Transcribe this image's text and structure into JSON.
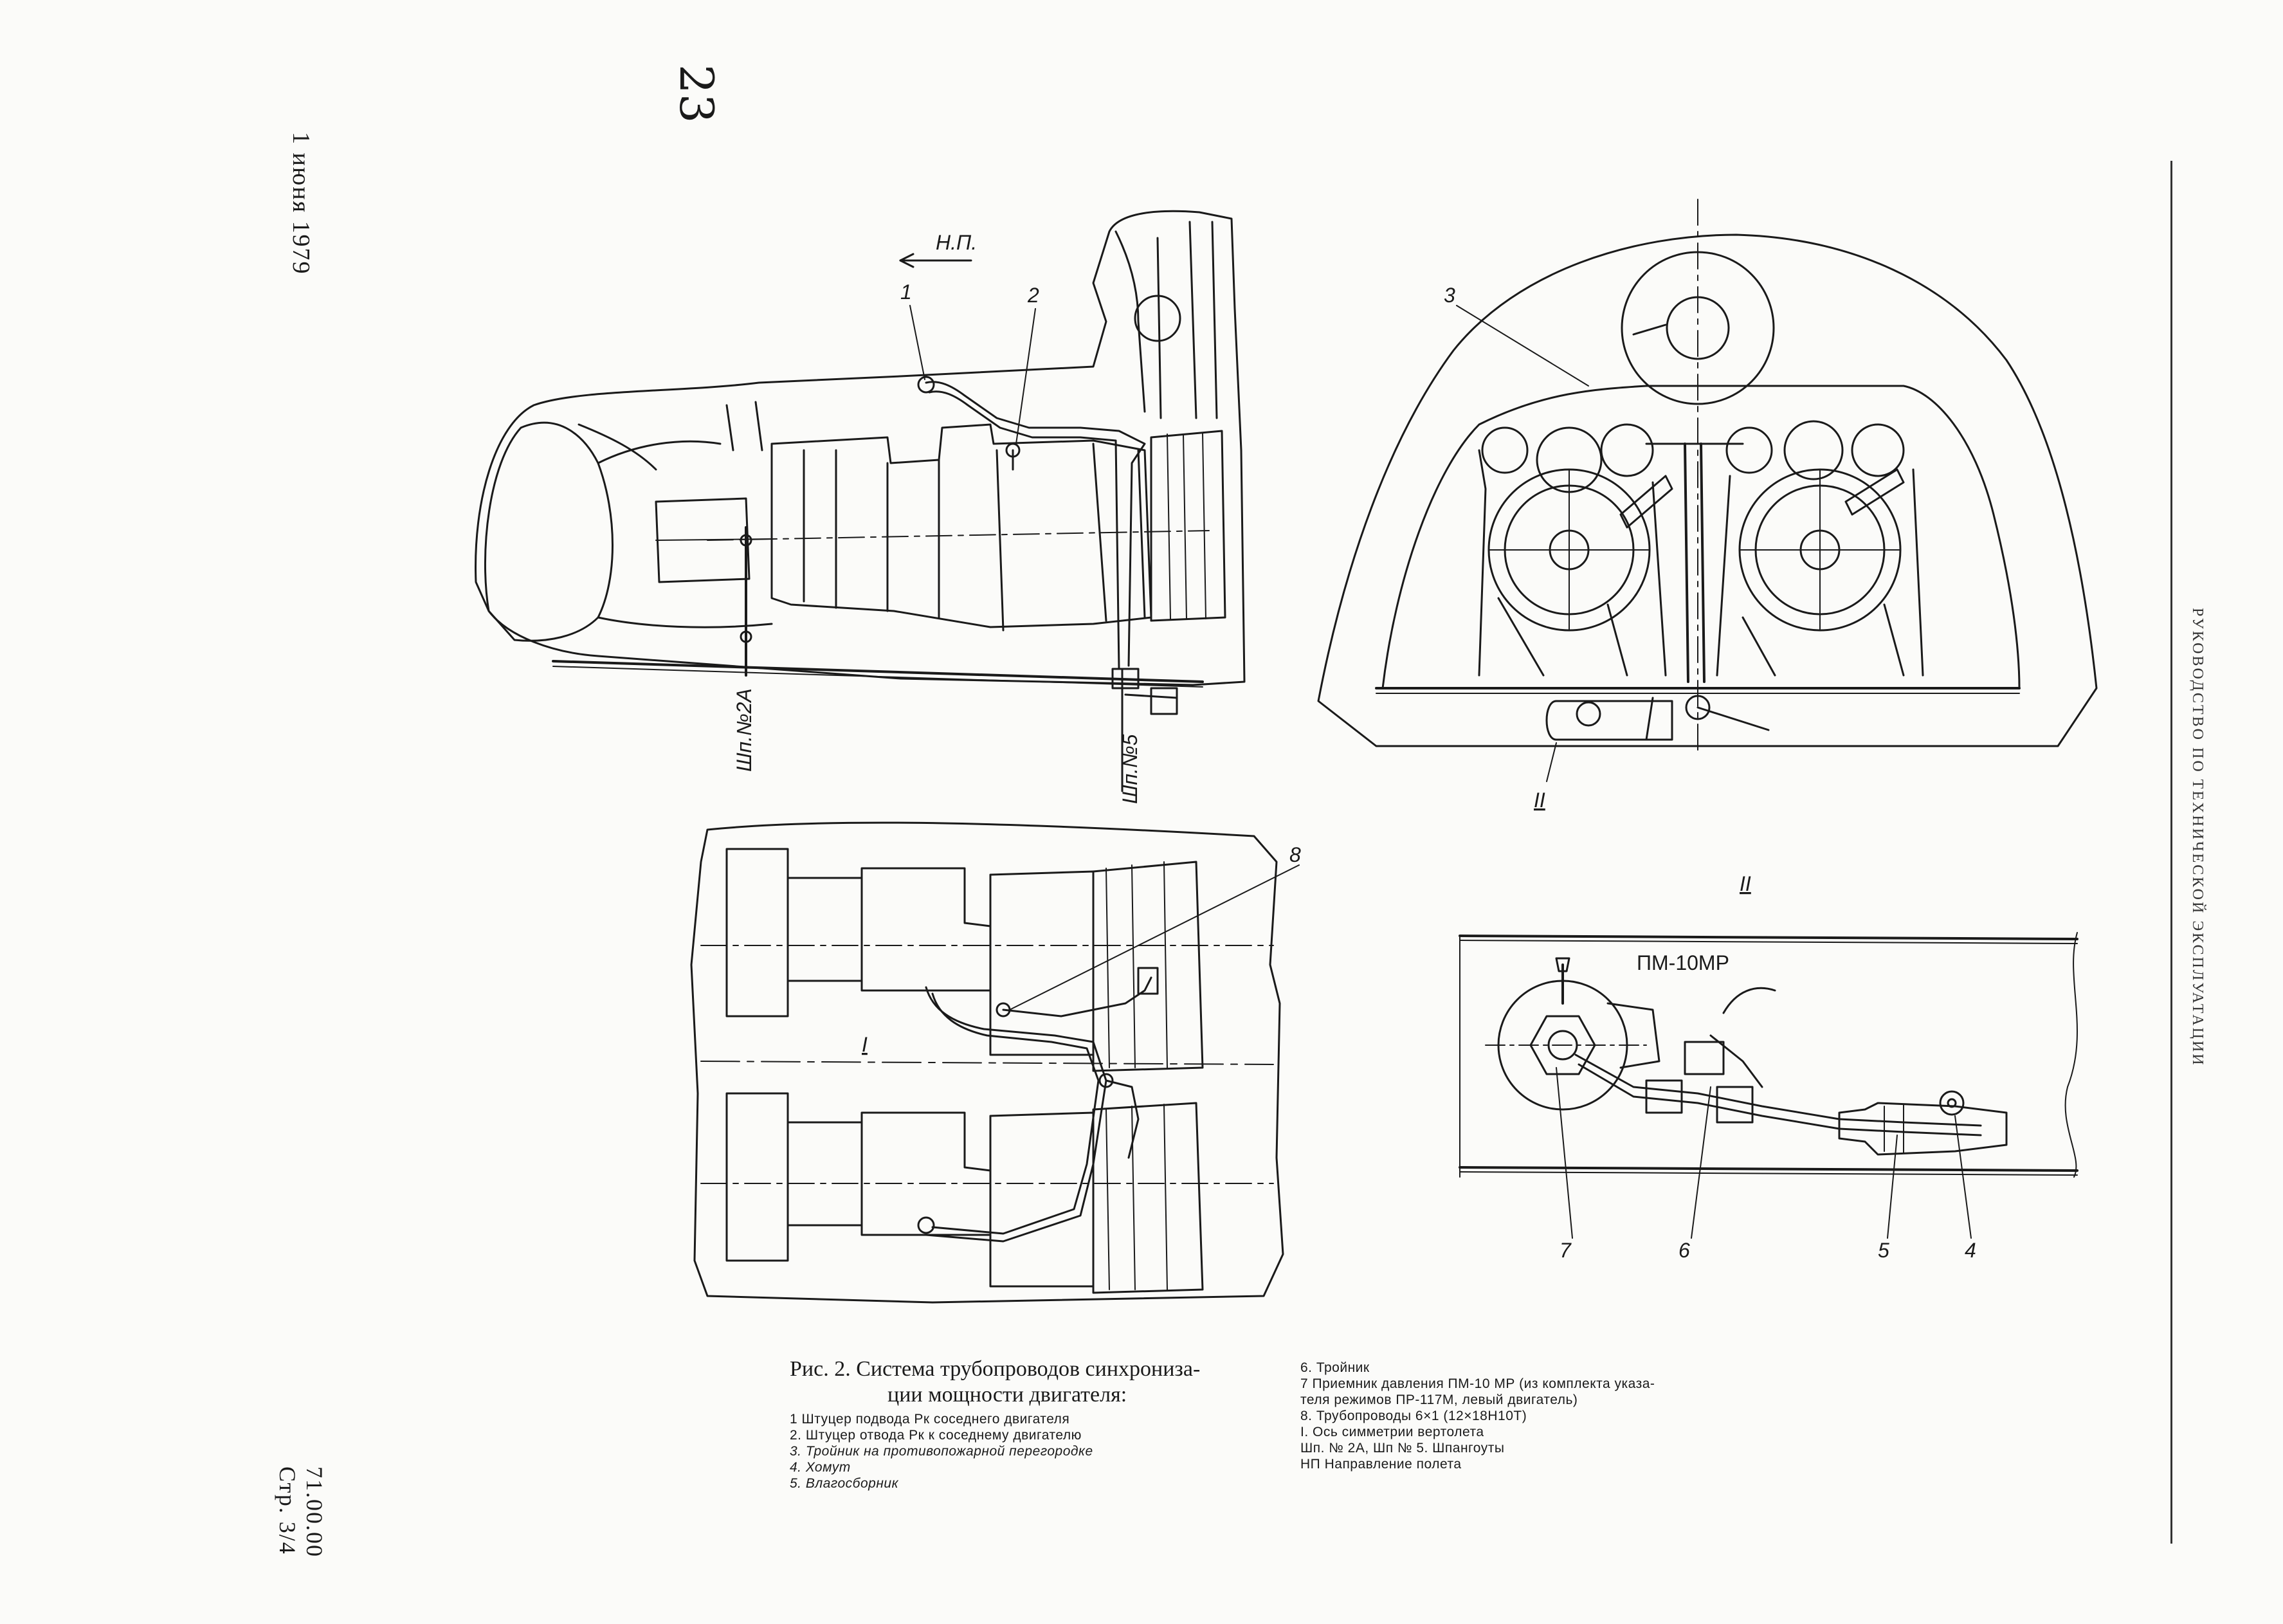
{
  "page": {
    "handwritten_number": "23",
    "date": "1 июня 1979",
    "doc_number": "71.00.00",
    "page_ref": "Стр. 3/4",
    "right_margin_title": "РУКОВОДСТВО ПО ТЕХНИЧЕСКОЙ ЭКСПЛУАТАЦИИ"
  },
  "figure": {
    "labels": {
      "flight_direction": "Н.П.",
      "n1": "1",
      "n2": "2",
      "n3": "3",
      "n4": "4",
      "n5": "5",
      "n6": "6",
      "n7": "7",
      "n8": "8",
      "frame_2a": "Шп.№2А",
      "frame_5": "Шп.№5",
      "view_I": "I",
      "view_II": "II",
      "view_II_title": "II",
      "receiver": "ПМ-10МР"
    }
  },
  "caption": {
    "title_line1": "Рис. 2. Система трубопроводов синхрониза-",
    "title_line2": "ции мощности двигателя:",
    "left_items": [
      "1  Штуцер подвода Pк соседнего двигателя",
      "2. Штуцер отвода Pк к соседнему двигателю",
      "3. Тройник на противопожарной перегородке",
      "4. Хомут",
      "5. Влагосборник"
    ],
    "right_items": [
      "6. Тройник",
      "7  Приемник давления ПМ-10 МР (из комплекта указа-",
      "теля режимов ПР-117М, левый двигатель)",
      "8. Трубопроводы 6×1 (12×18Н10Т)",
      "I. Ось симметрии вертолета",
      "Шп. № 2А, Шп № 5. Шпангоуты",
      "НП  Направление полета"
    ]
  }
}
